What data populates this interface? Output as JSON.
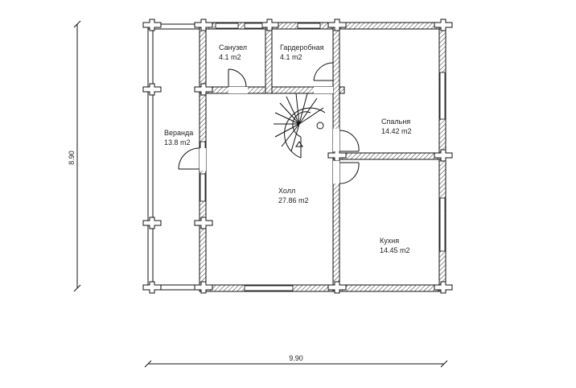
{
  "rooms": {
    "sanuzel": {
      "name": "Санузел",
      "area": "4.1 m2"
    },
    "garderobnaya": {
      "name": "Гардеробная",
      "area": "4.1 m2"
    },
    "spalnya": {
      "name": "Спальня",
      "area": "14.42 m2"
    },
    "veranda": {
      "name": "Веранда",
      "area": "13.8 m2"
    },
    "holl": {
      "name": "Холл",
      "area": "27.86 m2"
    },
    "kuhnya": {
      "name": "Кухня",
      "area": "14.45 m2"
    }
  },
  "dimensions": {
    "width": "9.90",
    "height": "8.90"
  }
}
